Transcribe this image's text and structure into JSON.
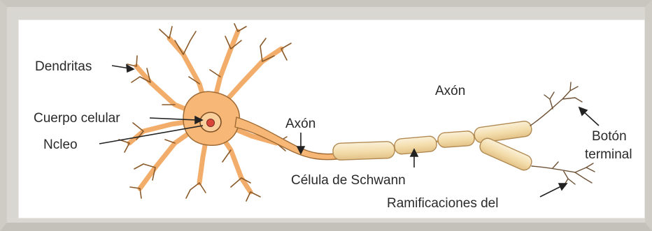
{
  "labels": {
    "dendritas": "Dendritas",
    "cuerpo_celular": "Cuerpo celular",
    "nucleo": "Ncleo",
    "axon_near": "Axón",
    "axon_top": "Axón",
    "celula_schwann": "Célula de Schwann",
    "boton_line1": "Botón",
    "boton_line2": "terminal",
    "ramificaciones": "Ramificaciones del"
  },
  "colors": {
    "frame": "#d9d7d2",
    "panel": "#ffffff",
    "neuron_fill": "#f7b877",
    "neuron_stroke": "#8a5a2a",
    "myelin_fill": "#f6e2b5",
    "myelin_stroke": "#b08a52",
    "nucleus": "#d9473a",
    "text": "#2a2a2a"
  }
}
